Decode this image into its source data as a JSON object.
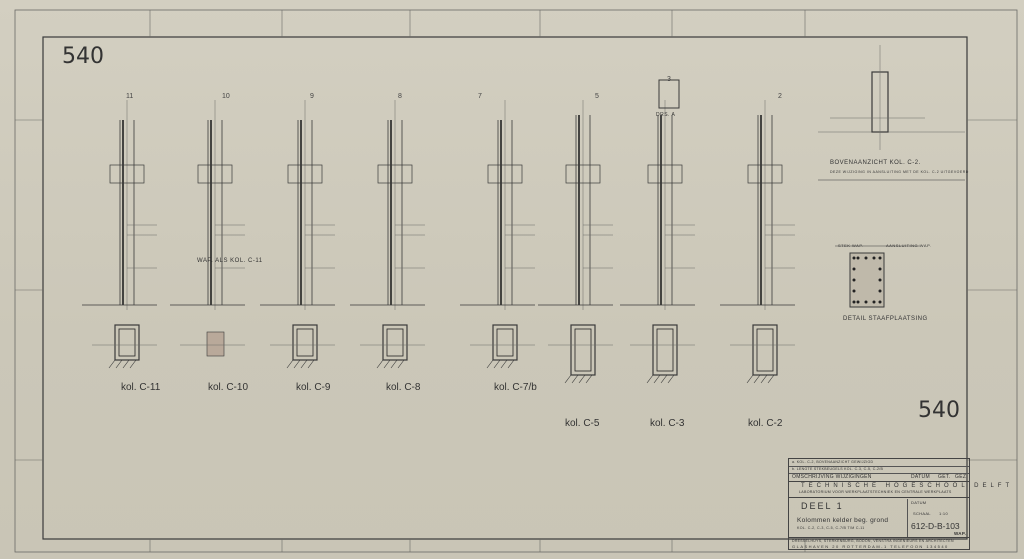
{
  "sheet_number": "540",
  "sheet_number_bottom": "540",
  "axis_labels": [
    "11",
    "10",
    "9",
    "8",
    "7",
    "5",
    "3",
    "2"
  ],
  "columns": [
    {
      "label": "kol. C-11",
      "axis": "11"
    },
    {
      "label": "kol. C-10",
      "axis": "10",
      "note": "WAP. ALS KOL. C-11"
    },
    {
      "label": "kol. C-9",
      "axis": "9"
    },
    {
      "label": "kol. C-8",
      "axis": "8"
    },
    {
      "label": "kol. C-7/b",
      "axis": "7"
    },
    {
      "label": "kol. C-5",
      "axis": "5"
    },
    {
      "label": "kol. C-3",
      "axis": "3"
    },
    {
      "label": "kol. C-2",
      "axis": "2"
    }
  ],
  "detail_a": "DRS. A",
  "top_view": {
    "title": "BOVENAANZICHT KOL. C-2.",
    "subtitle": "DEZE WIJZIGING IN AANSLUITING MET DE KOL. C-2 UITGEVOERD"
  },
  "detail_bars": {
    "title": "DETAIL STAAFPLAATSING",
    "left_label": "STEK WAP.",
    "right_label": "AANSLUITING WAP."
  },
  "title_block": {
    "revisions": [
      "a. KOL. C-2, BOVENAANZICHT GEWIJZIGD",
      "b. LENGTE STEKBEUGELS KOL. C-3, C-5, C-2/B"
    ],
    "revision_header": "OMSCHRIJVING WIJZIGINGEN",
    "col_datum": "DATUM",
    "col_get": "GET.",
    "col_gez": "GEZ.",
    "institution": "TECHNISCHE HOGESCHOOL DELFT",
    "lab": "LABORATORIUM VOOR WERKPLAATSTECHNIEK EN CENTRALE WERKPLAATS",
    "part": "DEEL 1",
    "subject": "Kolommen kelder beg. grond",
    "subject_detail": "KOL. C-2, C-3, C-5, C-7/B T/M C-11",
    "schaal_label": "SCHAAL",
    "schaal_value": "1:10",
    "drawing_number": "612-D-B-103",
    "suffix": "WAP.",
    "firm": "DRESSELHUYS, STERKENBURG, BODON, VENSTRA INGENIEURS EN ARCHITECTEN",
    "address": "GLASHAVEN 20 ROTTERDAM-1 TELEFOON 134540"
  },
  "colors": {
    "paper": "#cdc9bb",
    "ink": "#2a2a2a"
  }
}
